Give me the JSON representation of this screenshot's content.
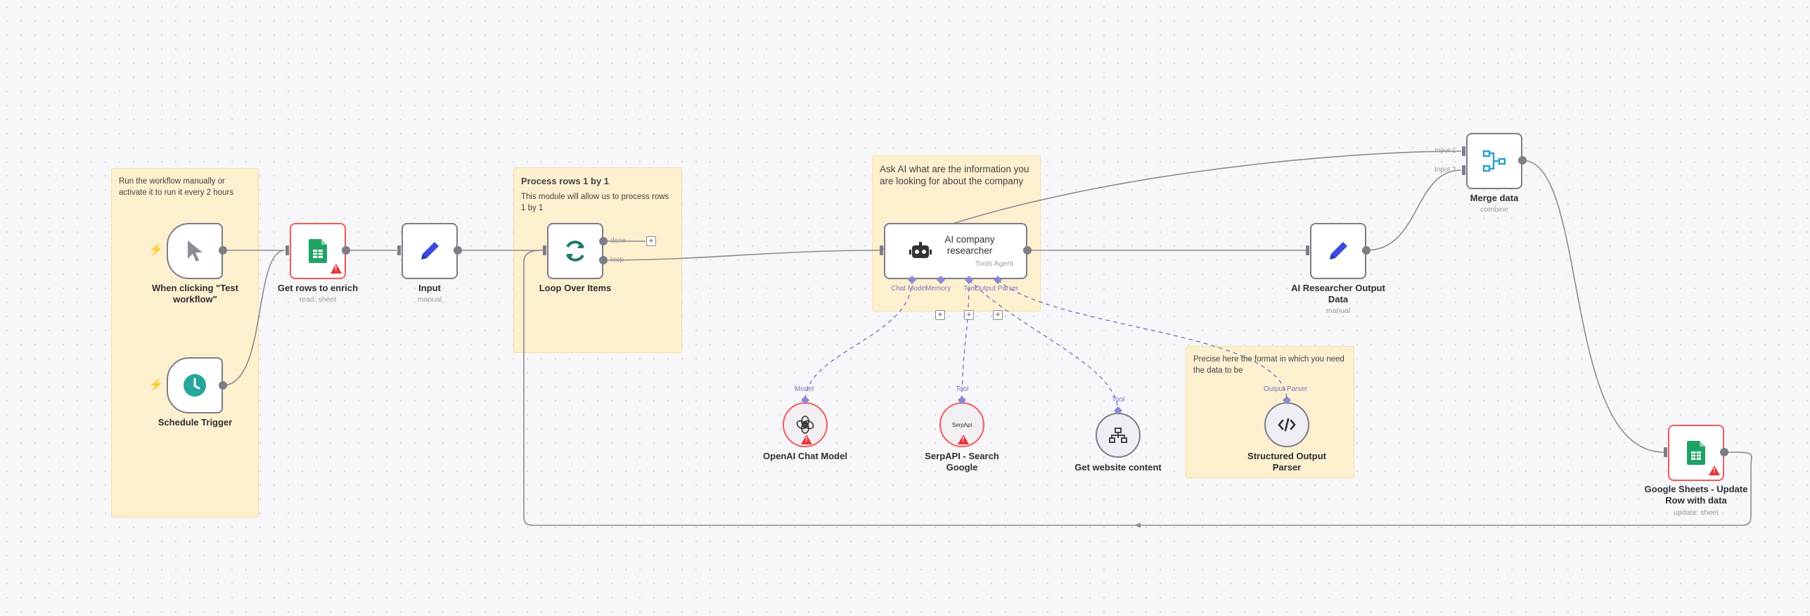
{
  "stickies": {
    "trigger_note": {
      "title": "",
      "text": "Run the workflow manually or activate it to run it every 2 hours"
    },
    "loop_note": {
      "title": "Process rows 1 by 1",
      "text": "This module will allow us to process rows 1 by 1"
    },
    "ai_note": {
      "title": "Ask AI what are the information you are looking for about the company",
      "text": ""
    },
    "parser_note": {
      "title": "",
      "text": "Precise here the format in which you need the data to be"
    }
  },
  "nodes": {
    "manual_trigger": {
      "name": "When clicking \"Test workflow\"",
      "icon": "cursor-icon"
    },
    "schedule_trigger": {
      "name": "Schedule Trigger",
      "icon": "clock-icon"
    },
    "get_rows": {
      "name": "Get rows to enrich",
      "subtitle": "read: sheet",
      "icon": "google-sheets-icon",
      "status": "error"
    },
    "input": {
      "name": "Input",
      "subtitle": "manual",
      "icon": "pencil-icon"
    },
    "loop": {
      "name": "Loop Over Items",
      "icon": "sync-icon",
      "outputs": [
        "done",
        "loop"
      ]
    },
    "ai_agent": {
      "name": "AI company researcher",
      "subtitle": "Tools Agent",
      "icon": "robot-icon",
      "ports": [
        "Chat Model",
        "Memory",
        "Tool",
        "Output Parser"
      ]
    },
    "ai_output": {
      "name": "AI Researcher Output Data",
      "subtitle": "manual",
      "icon": "pencil-icon"
    },
    "merge": {
      "name": "Merge data",
      "subtitle": "combine",
      "icon": "merge-icon",
      "inputs": [
        "Input 1",
        "Input 2"
      ]
    },
    "sheets_update": {
      "name": "Google Sheets - Update Row with data",
      "subtitle": "update: sheet",
      "icon": "google-sheets-icon",
      "status": "error"
    },
    "openai": {
      "name": "OpenAI Chat Model",
      "port": "Model",
      "icon": "openai-icon",
      "status": "error"
    },
    "serpapi": {
      "name": "SerpAPI - Search Google",
      "port": "Tool",
      "icon": "serpapi-icon",
      "icon_text": "SerpApi",
      "status": "error"
    },
    "website": {
      "name": "Get website content",
      "port": "Tool",
      "icon": "network-icon"
    },
    "parser": {
      "name": "Structured Output Parser",
      "port": "Output Parser",
      "icon": "code-icon"
    }
  },
  "colors": {
    "sheets_green": "#1ea362",
    "pencil_blue": "#3b49df",
    "loop_teal": "#1d7b6b",
    "clock_teal": "#26a69a",
    "merge_blue": "#2aa1cf",
    "error_red": "#ef5a5a",
    "ai_dashed": "#7b78c6"
  }
}
